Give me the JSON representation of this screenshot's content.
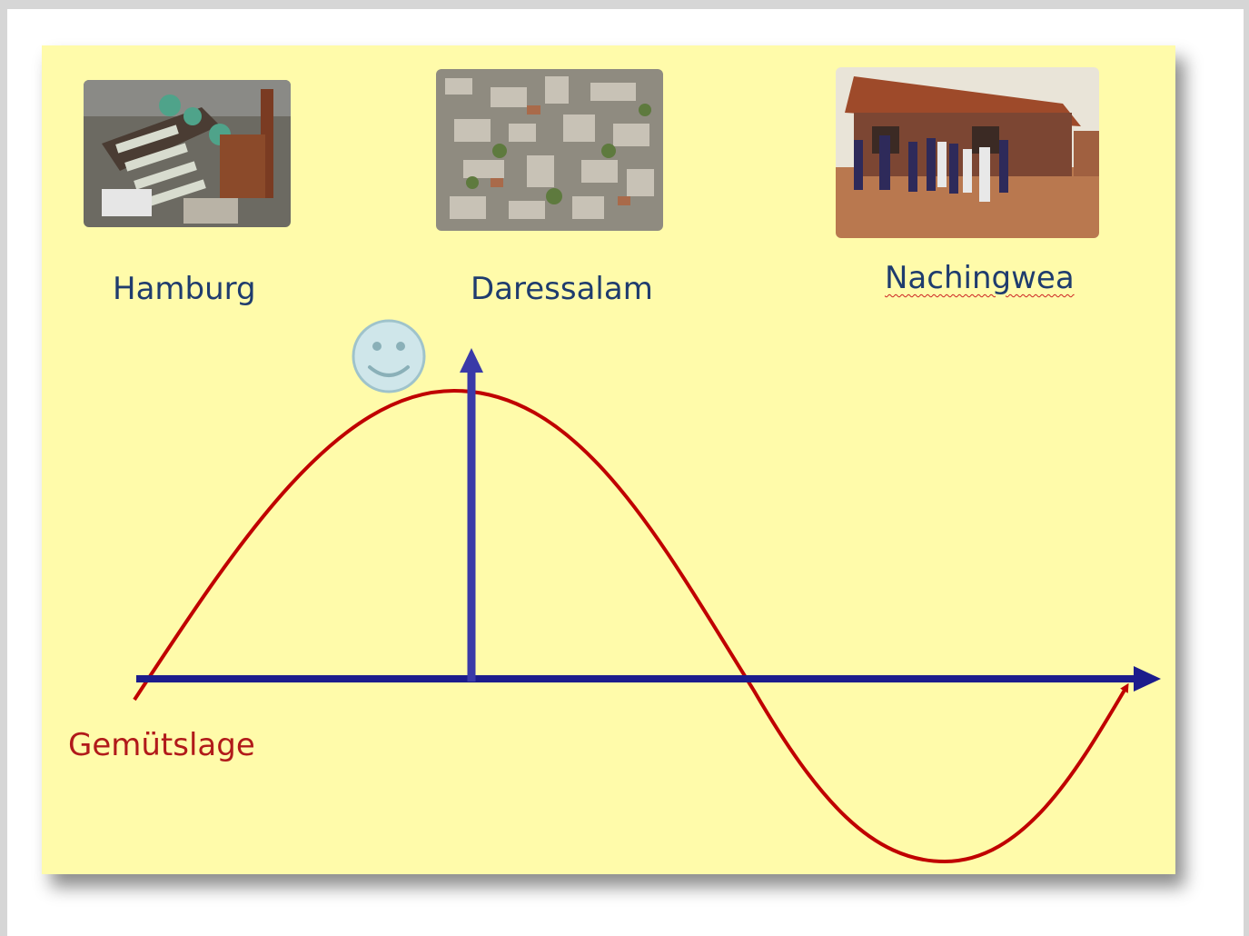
{
  "places": [
    {
      "label": "Hamburg",
      "image": "hamburg-harbour-photo"
    },
    {
      "label": "Daressalam",
      "image": "daressalam-city-photo"
    },
    {
      "label": "Nachingwea",
      "image": "nachingwea-village-photo"
    }
  ],
  "curve_label": "Gemütslage",
  "icons": {
    "smiley": "smiley-face-icon"
  },
  "colors": {
    "background": "#fffbaa",
    "axis": "#1c1c8c",
    "curve": "#c00000",
    "city_text": "#1f3c6e",
    "mood_text": "#b11a1a",
    "smiley_fill": "#cfe6ea"
  }
}
